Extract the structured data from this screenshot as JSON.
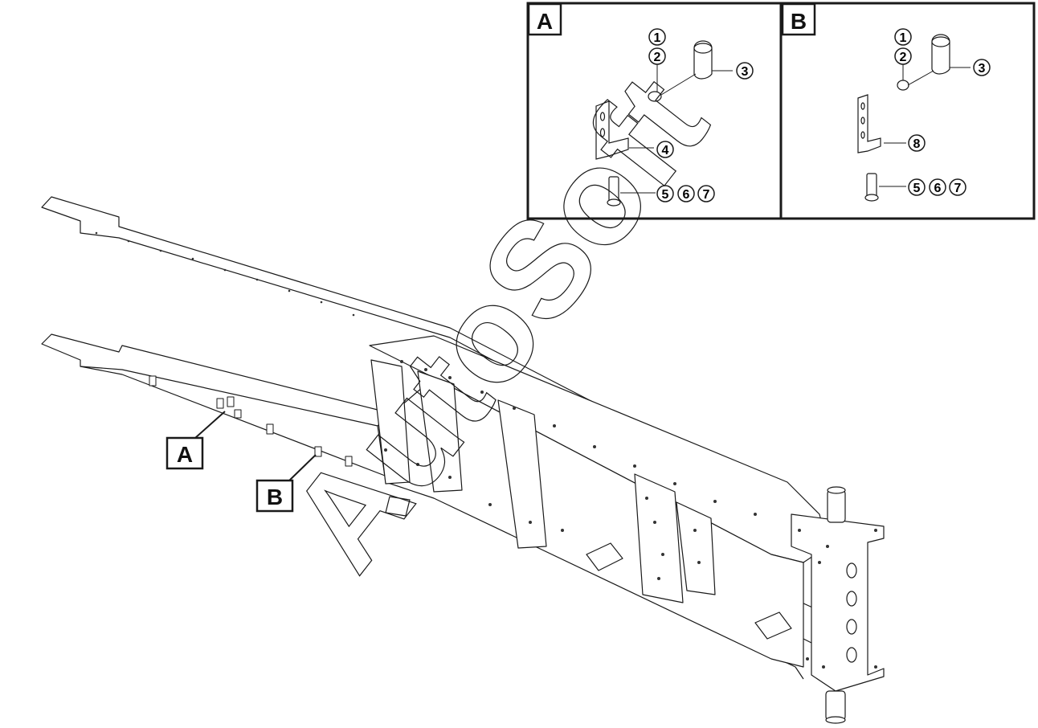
{
  "detail_panels": [
    {
      "letter": "A",
      "callouts": [
        "1",
        "2",
        "3",
        "4",
        "5",
        "6",
        "7"
      ]
    },
    {
      "letter": "B",
      "callouts": [
        "1",
        "2",
        "3",
        "8",
        "5",
        "6",
        "7"
      ]
    }
  ],
  "main_view_labels": [
    "A",
    "B"
  ],
  "watermark": "AutoSoft",
  "colors": {
    "line": "#1a1a1a",
    "fill": "#ffffff",
    "hole": "#333333"
  }
}
